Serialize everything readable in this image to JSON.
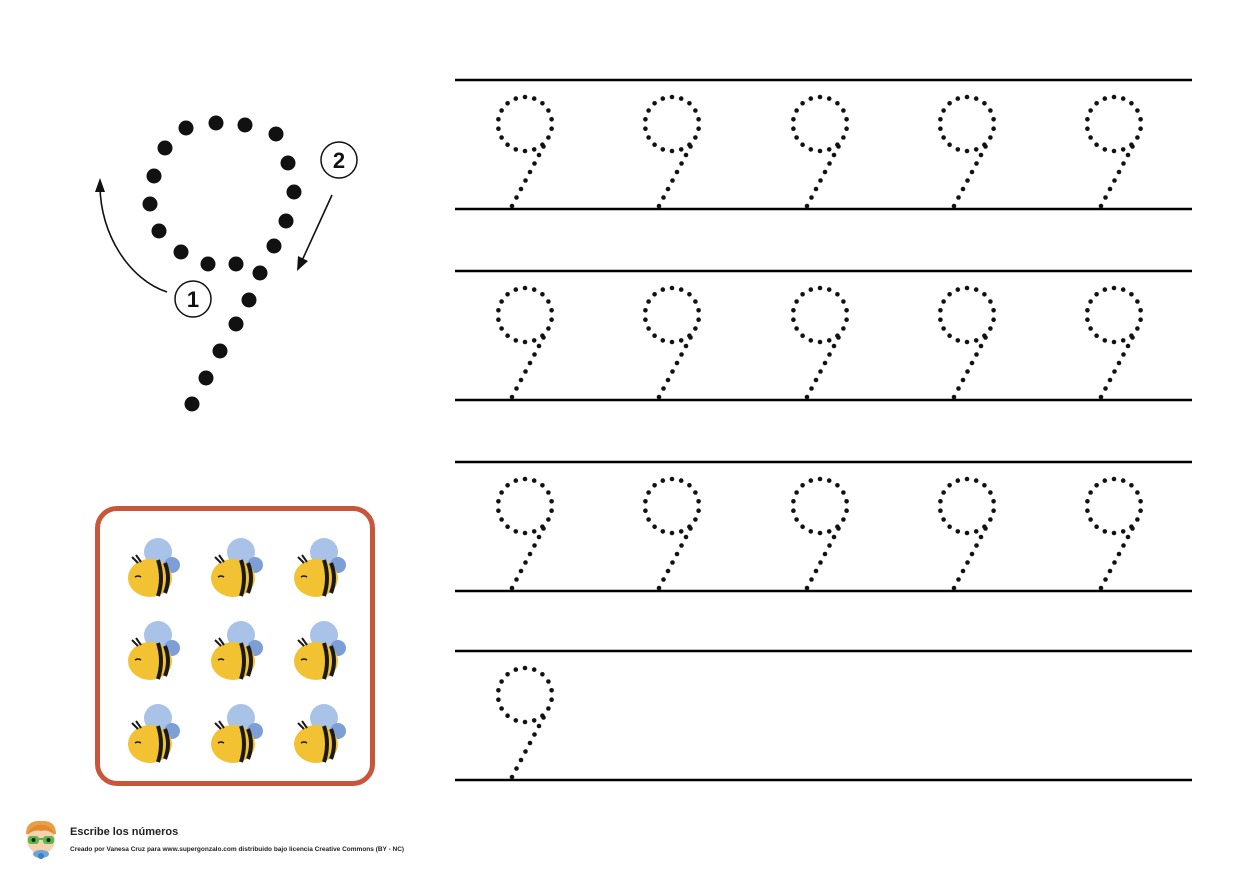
{
  "worksheet": {
    "digit": "9",
    "stroke_steps": [
      "1",
      "2"
    ],
    "dot_color": "#111111",
    "rule_color": "#000000",
    "border_color": "#c8573a"
  },
  "practice": {
    "rows": [
      {
        "glyph_count": 5
      },
      {
        "glyph_count": 5
      },
      {
        "glyph_count": 5
      },
      {
        "glyph_count": 1
      }
    ]
  },
  "counting": {
    "count": 9,
    "object_icon": "bee-icon",
    "bee_colors": {
      "body": "#f2c232",
      "stripe": "#1a1a1a",
      "wing": "#a9c3e8",
      "wing_dark": "#7d9fd6"
    }
  },
  "footer": {
    "title": "Escribe los números",
    "credit": "Creado por Vanesa Cruz para www.supergonzalo.com distribuido bajo licencia Creative Commons (BY - NC)",
    "avatar_icon": "kid-avatar-icon"
  }
}
